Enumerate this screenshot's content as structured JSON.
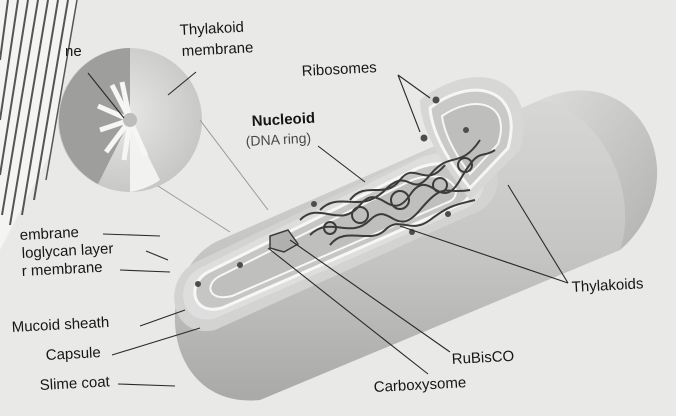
{
  "labels": {
    "thylakoid_membrane_line1": "Thylakoid",
    "thylakoid_membrane_line2": "membrane",
    "cropped_top_left": "ne",
    "ribosomes": "Ribosomes",
    "nucleoid": "Nucleoid",
    "dna_ring": "(DNA ring)",
    "membrane_partial": "embrane",
    "peptidoglycan_partial": "loglycan layer",
    "outer_membrane_partial": "r membrane",
    "mucoid_sheath": "Mucoid sheath",
    "capsule": "Capsule",
    "slime_coat": "Slime coat",
    "thylakoids": "Thylakoids",
    "rubisco": "RuBisCO",
    "carboxysome": "Carboxysome"
  },
  "colors": {
    "background": "#e9e9e7",
    "capsule_outer": "#c9c9c8",
    "capsule_shadow": "#a7a7a6",
    "membrane_layer": "#dadad8",
    "cytoplasm": "#c6c6c4",
    "dna": "#4a4a4a",
    "stripes": "#555555"
  }
}
